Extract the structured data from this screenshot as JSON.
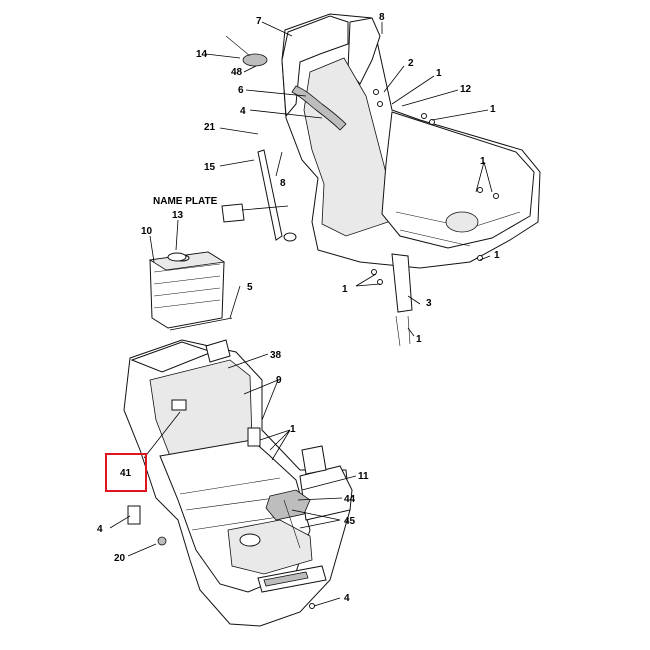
{
  "diagram": {
    "name_plate_label": "NAME PLATE",
    "highlight_color": "#e0141e",
    "highlighted_callout": "41",
    "callouts": {
      "c7": "7",
      "c8a": "8",
      "c14": "14",
      "c48": "48",
      "c2": "2",
      "c1a": "1",
      "c12": "12",
      "c1b": "1",
      "c6": "6",
      "c4a": "4",
      "c21": "21",
      "c8b": "8",
      "c15": "15",
      "c1c": "1",
      "c13": "13",
      "c10": "10",
      "c1d": "1",
      "c1e": "1",
      "c3": "3",
      "c1f": "1",
      "c5": "5",
      "c38": "38",
      "c9": "9",
      "c1g": "1",
      "c41": "41",
      "c11": "11",
      "c44": "44",
      "c45": "45",
      "c4b": "4",
      "c20": "20",
      "c4c": "4"
    }
  }
}
